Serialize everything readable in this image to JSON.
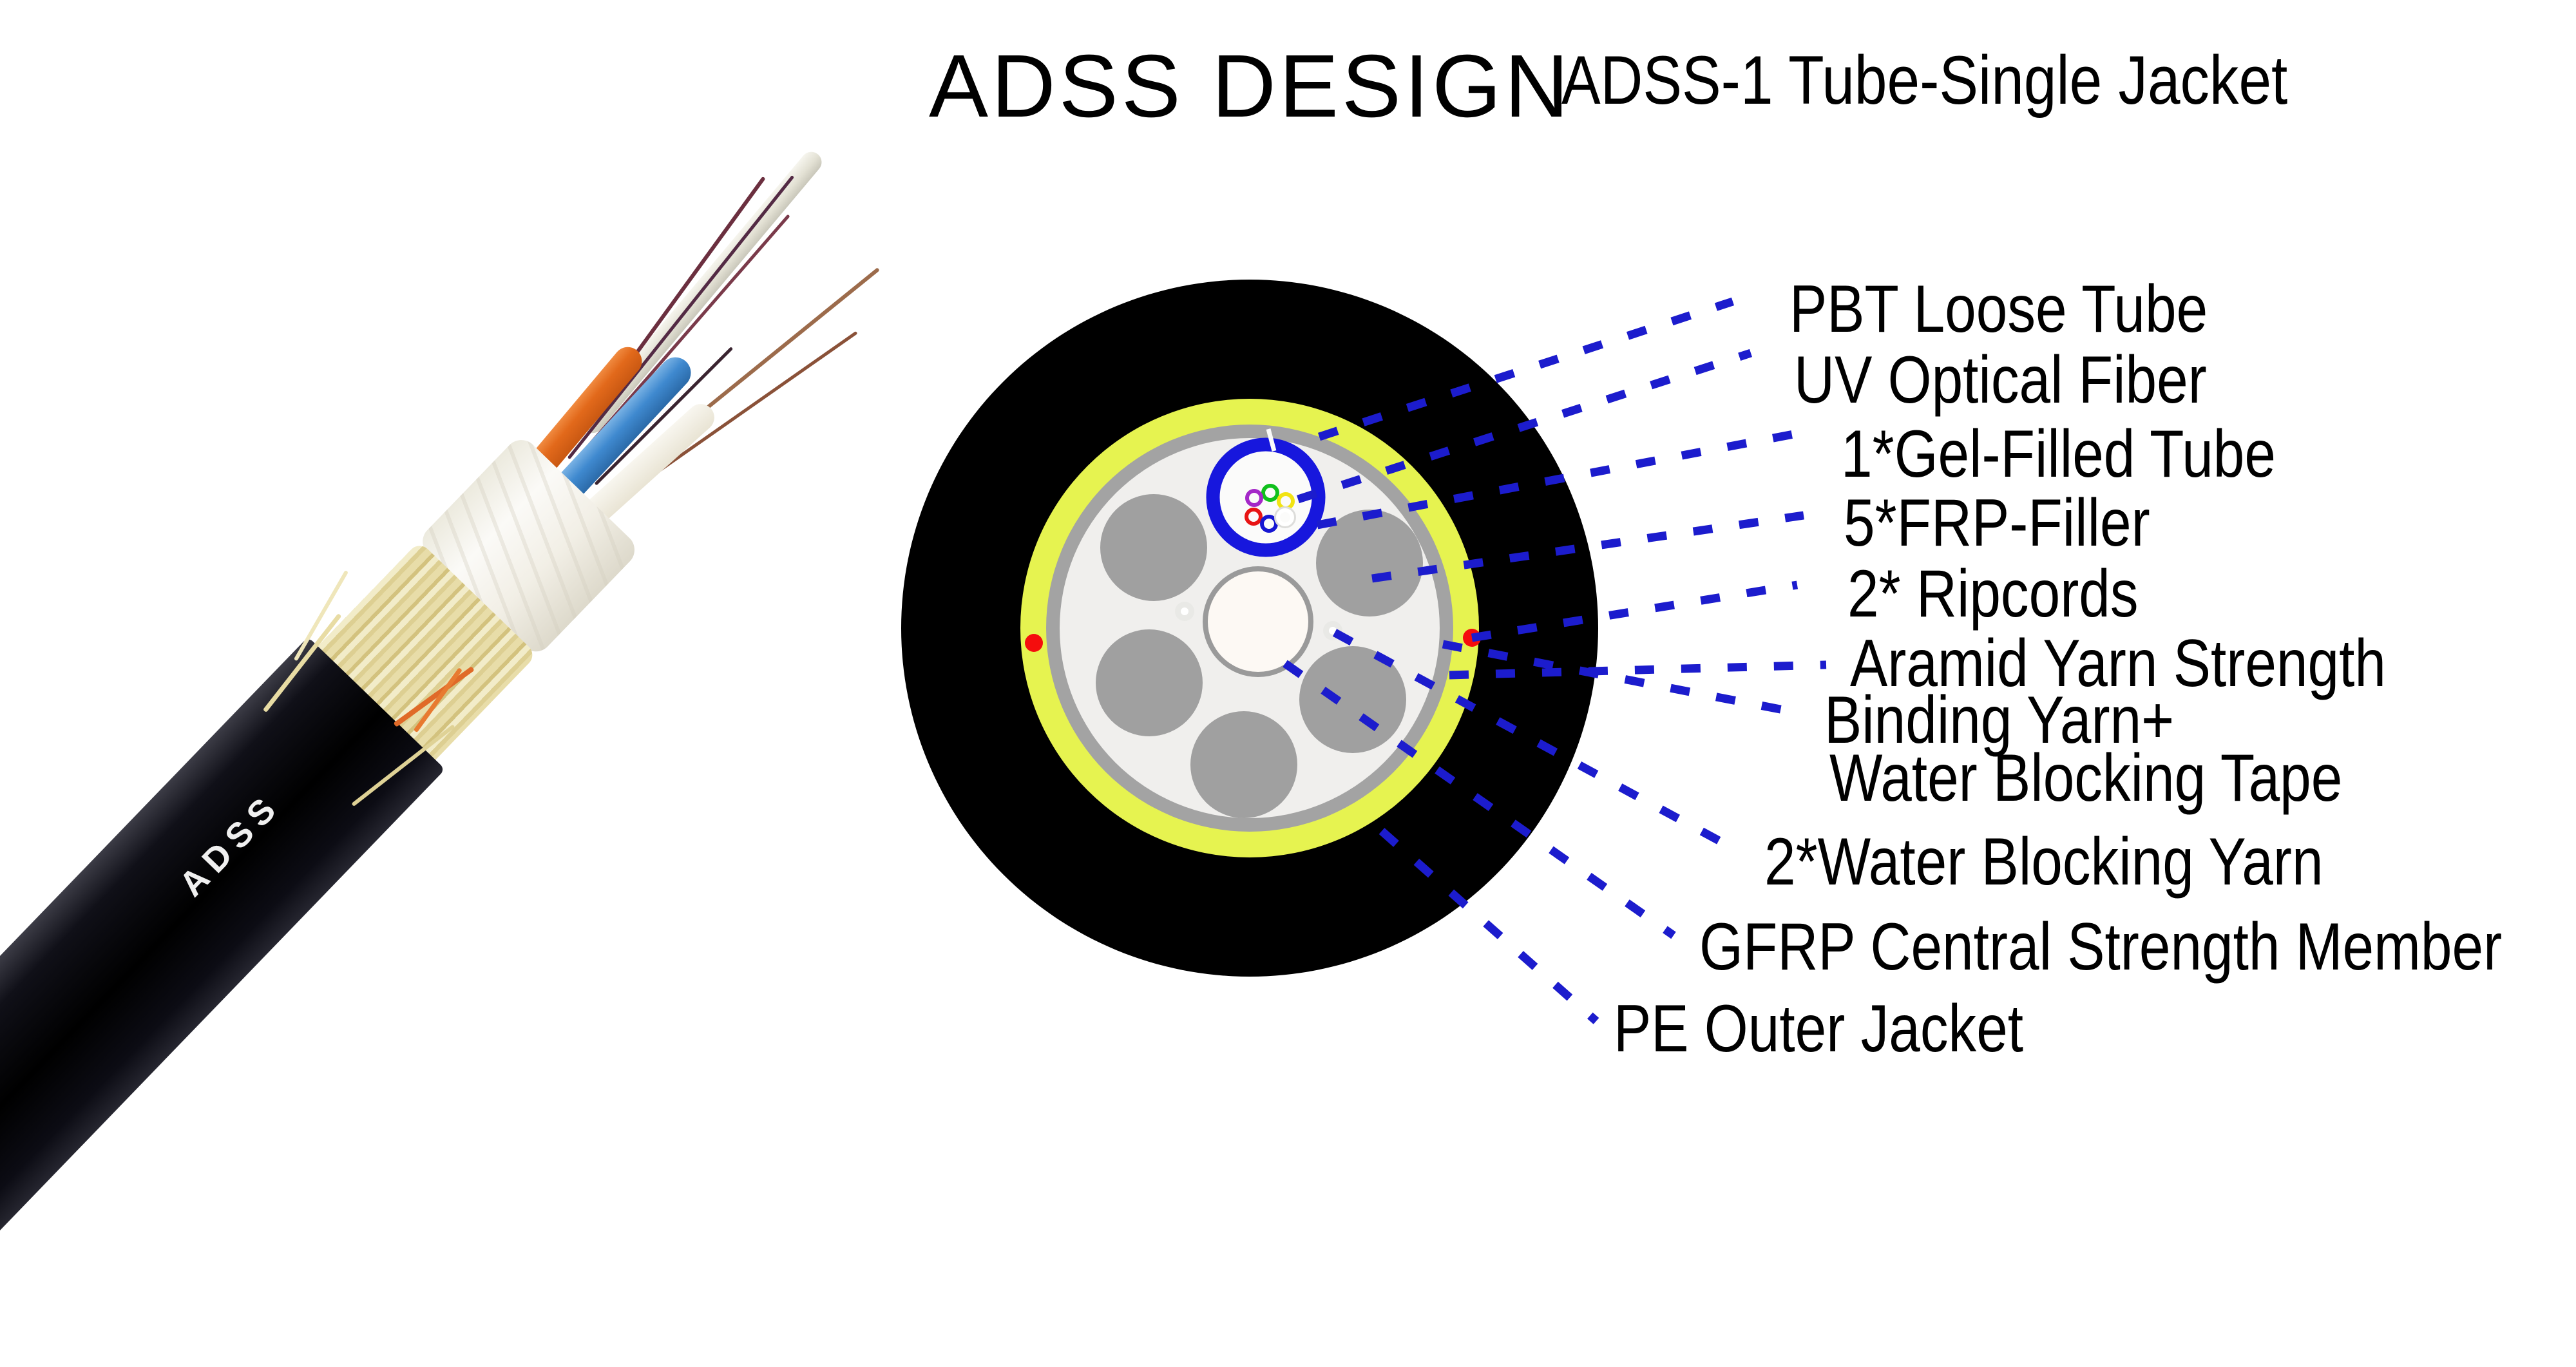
{
  "header": {
    "title": "ADSS DESIGN",
    "subtitle": "ADSS-1 Tube-Single Jacket"
  },
  "photo": {
    "cable_print": "ADSS"
  },
  "diagram": {
    "labels": [
      {
        "id": "pbt-loose-tube",
        "text": "PBT Loose Tube"
      },
      {
        "id": "uv-optical-fiber",
        "text": "UV Optical Fiber"
      },
      {
        "id": "gel-filled-tube",
        "text": "1*Gel-Filled Tube"
      },
      {
        "id": "frp-filler",
        "text": "5*FRP-Filler"
      },
      {
        "id": "ripcords",
        "text": "2* Ripcords"
      },
      {
        "id": "aramid-yarn-strength",
        "text": "Aramid Yarn Strength"
      },
      {
        "id": "binding-yarn",
        "text": "Binding Yarn+"
      },
      {
        "id": "water-blocking-tape",
        "text": "Water Blocking Tape"
      },
      {
        "id": "water-blocking-yarn",
        "text": "2*Water Blocking Yarn"
      },
      {
        "id": "gfrp-central-strength-member",
        "text": "GFRP Central Strength Member"
      },
      {
        "id": "pe-outer-jacket",
        "text": "PE Outer Jacket"
      }
    ],
    "colors": {
      "pe_jacket": "#000000",
      "aramid_ring": "#e6f350",
      "binder_ring": "#a3a3a3",
      "interior": "#f0efed",
      "frp_filler": "#a0a0a0",
      "loose_tube_blue": "#1717dd",
      "tube_interior": "#fbfbfa",
      "central_member_fill": "#fdf9f4",
      "central_member_border": "#9a9a9a",
      "ripcord_red": "#f50d0d",
      "leader_line": "#1c1ccd",
      "yarn_dot_halo": "#e9e9e6",
      "yarn_dot_core": "#ffffff",
      "fiber_green": "#10c01c",
      "fiber_purple": "#a428c8",
      "fiber_yellow": "#f2e312",
      "fiber_red": "#e81414",
      "fiber_blue": "#1616d2",
      "fiber_white": "#ffffff"
    }
  }
}
